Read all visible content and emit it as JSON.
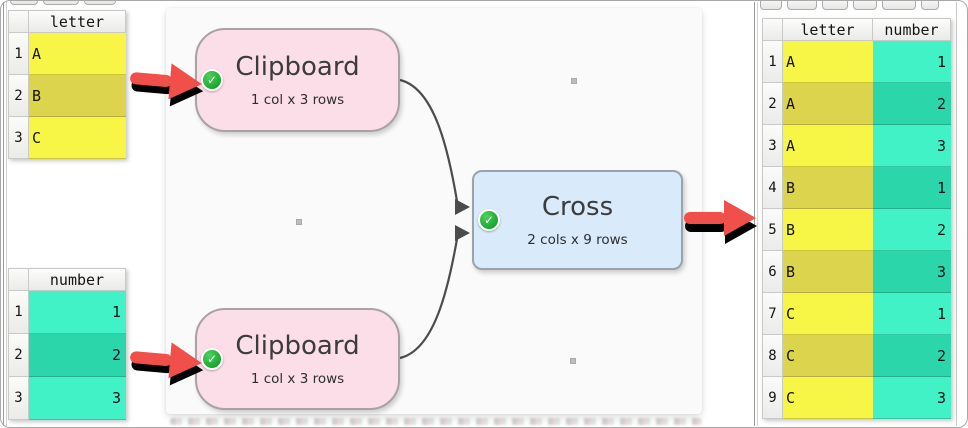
{
  "icons": {
    "ok_check": "✓"
  },
  "colors": {
    "yellow": "#f7f545",
    "yellow_dark": "#ddd44d",
    "teal": "#41f2c6",
    "teal_dark": "#2cd6ab",
    "node_pink": "#fbdee8",
    "node_blue": "#d9eafb",
    "check_green": "#18a42c",
    "arrow_red": "#f14f4a",
    "connector": "#4c4c4c"
  },
  "left_top_table": {
    "columns": [
      {
        "header": "letter",
        "type": "letter"
      }
    ],
    "rows": [
      {
        "num": "1",
        "cells": [
          "A"
        ]
      },
      {
        "num": "2",
        "cells": [
          "B"
        ]
      },
      {
        "num": "3",
        "cells": [
          "C"
        ]
      }
    ]
  },
  "left_bottom_table": {
    "columns": [
      {
        "header": "number",
        "type": "number"
      }
    ],
    "rows": [
      {
        "num": "1",
        "cells": [
          "1"
        ]
      },
      {
        "num": "2",
        "cells": [
          "2"
        ]
      },
      {
        "num": "3",
        "cells": [
          "3"
        ]
      }
    ]
  },
  "right_table": {
    "columns": [
      {
        "header": "letter",
        "type": "letter"
      },
      {
        "header": "number",
        "type": "number"
      }
    ],
    "rows": [
      {
        "num": "1",
        "cells": [
          "A",
          "1"
        ]
      },
      {
        "num": "2",
        "cells": [
          "A",
          "2"
        ]
      },
      {
        "num": "3",
        "cells": [
          "A",
          "3"
        ]
      },
      {
        "num": "4",
        "cells": [
          "B",
          "1"
        ]
      },
      {
        "num": "5",
        "cells": [
          "B",
          "2"
        ]
      },
      {
        "num": "6",
        "cells": [
          "B",
          "3"
        ]
      },
      {
        "num": "7",
        "cells": [
          "C",
          "1"
        ]
      },
      {
        "num": "8",
        "cells": [
          "C",
          "2"
        ]
      },
      {
        "num": "9",
        "cells": [
          "C",
          "3"
        ]
      }
    ]
  },
  "nodes": {
    "clipboard_top": {
      "title": "Clipboard",
      "subtitle": "1 col x 3 rows"
    },
    "clipboard_bottom": {
      "title": "Clipboard",
      "subtitle": "1 col x 3 rows"
    },
    "cross": {
      "title": "Cross",
      "subtitle": "2 cols x 9 rows"
    }
  }
}
